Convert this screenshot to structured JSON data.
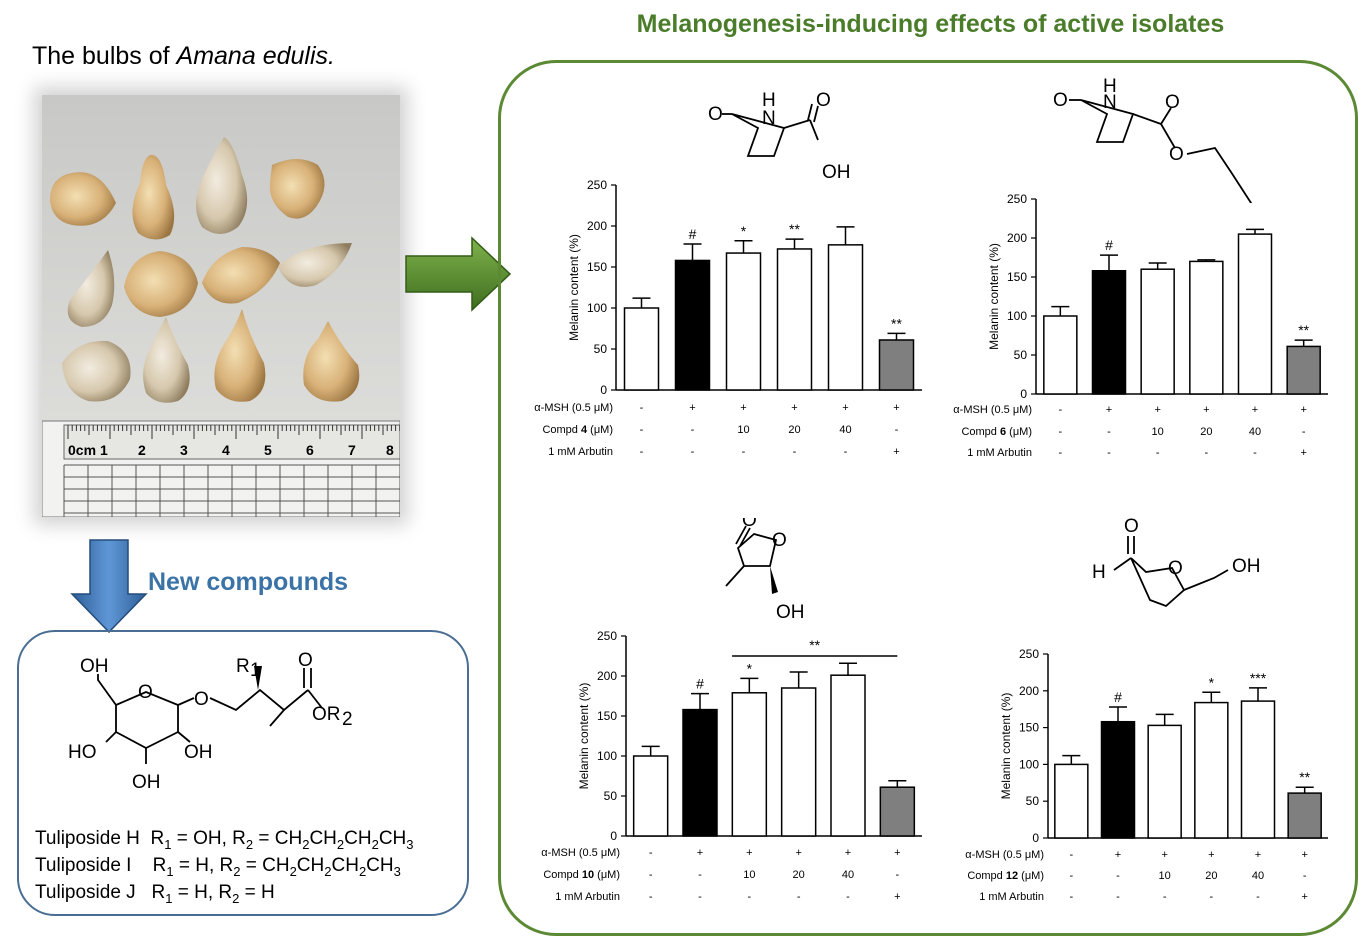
{
  "left": {
    "title_prefix": "The  bulbs of ",
    "title_italic": "Amana edulis.",
    "ruler_numbers": [
      "0cm",
      "1",
      "2",
      "3",
      "4",
      "5",
      "6",
      "7",
      "8"
    ],
    "new_compounds_label": "New compounds",
    "compounds": [
      {
        "name": "Tuliposide H",
        "r1": "OH",
        "r2": "CH2CH2CH2CH3"
      },
      {
        "name": "Tuliposide I",
        "r1": "H",
        "r2": "CH2CH2CH2CH3"
      },
      {
        "name": "Tuliposide J",
        "r1": "H",
        "r2": "H"
      }
    ],
    "structure_labels": {
      "oh_top": "OH",
      "ring_o": "O",
      "link_o": "O",
      "ho_left": "HO",
      "oh_right": "OH",
      "oh_bottom": "OH",
      "r1": "R",
      "carbonyl_o": "O",
      "or2": "OR"
    }
  },
  "right": {
    "title": "Melanogenesis-inducing effects of active isolates",
    "structures": [
      {
        "labels": [
          "O",
          "N",
          "H",
          "O",
          "OH"
        ]
      },
      {
        "labels": [
          "O",
          "N",
          "H",
          "O",
          "O"
        ]
      },
      {
        "labels": [
          "O",
          "O",
          "OH"
        ]
      },
      {
        "labels": [
          "O",
          "H",
          "O",
          "OH"
        ]
      }
    ]
  },
  "colors": {
    "green_title": "#4a7c2a",
    "green_frame": "#5c8a34",
    "blue_label": "#3b73a7",
    "blue_frame": "#4a6e93",
    "bar_gray": "#7f7f7f"
  },
  "chart_data": [
    {
      "type": "bar",
      "ylabel": "Melanin content (%)",
      "ylim": [
        0,
        250
      ],
      "yticks": [
        0,
        50,
        100,
        150,
        200,
        250
      ],
      "values": [
        100,
        158,
        167,
        172,
        177,
        61
      ],
      "errors": [
        12,
        20,
        15,
        12,
        22,
        8
      ],
      "fills": [
        "white",
        "black",
        "white",
        "white",
        "white",
        "gray"
      ],
      "sig": [
        "",
        "#",
        "*",
        "**",
        "",
        "**"
      ],
      "bracket": null,
      "rows": [
        {
          "label": "α-MSH (0.5 μM)",
          "cells": [
            "-",
            "+",
            "+",
            "+",
            "+",
            "+"
          ]
        },
        {
          "label_pre": "Compd ",
          "label_num": "4",
          "label_post": " (μM)",
          "cells": [
            "-",
            "-",
            "10",
            "20",
            "40",
            "-"
          ]
        },
        {
          "label": "1 mM Arbutin",
          "cells": [
            "-",
            "-",
            "-",
            "-",
            "-",
            "+"
          ]
        }
      ]
    },
    {
      "type": "bar",
      "ylabel": "Melanin content (%)",
      "ylim": [
        0,
        250
      ],
      "yticks": [
        0,
        50,
        100,
        150,
        200,
        250
      ],
      "values": [
        100,
        158,
        160,
        170,
        205,
        61
      ],
      "errors": [
        12,
        20,
        8,
        2,
        6,
        8
      ],
      "fills": [
        "white",
        "black",
        "white",
        "white",
        "white",
        "gray"
      ],
      "sig": [
        "",
        "#",
        "",
        "",
        "",
        "**"
      ],
      "bracket": null,
      "rows": [
        {
          "label": "α-MSH (0.5 μM)",
          "cells": [
            "-",
            "+",
            "+",
            "+",
            "+",
            "+"
          ]
        },
        {
          "label_pre": "Compd ",
          "label_num": "6",
          "label_post": " (μM)",
          "cells": [
            "-",
            "-",
            "10",
            "20",
            "40",
            "-"
          ]
        },
        {
          "label": "1 mM Arbutin",
          "cells": [
            "-",
            "-",
            "-",
            "-",
            "-",
            "+"
          ]
        }
      ]
    },
    {
      "type": "bar",
      "ylabel": "Melanin content (%)",
      "ylim": [
        0,
        250
      ],
      "yticks": [
        0,
        50,
        100,
        150,
        200,
        250
      ],
      "values": [
        100,
        158,
        179,
        185,
        201,
        61
      ],
      "errors": [
        12,
        20,
        18,
        20,
        15,
        8
      ],
      "fills": [
        "white",
        "black",
        "white",
        "white",
        "white",
        "gray"
      ],
      "sig": [
        "",
        "#",
        "*",
        "",
        "",
        ""
      ],
      "bracket": {
        "from": 3,
        "to": 5,
        "label": "**"
      },
      "rows": [
        {
          "label": "α-MSH (0.5 μM)",
          "cells": [
            "-",
            "+",
            "+",
            "+",
            "+",
            "+"
          ]
        },
        {
          "label_pre": "Compd ",
          "label_num": "10",
          "label_post": " (μM)",
          "cells": [
            "-",
            "-",
            "10",
            "20",
            "40",
            "-"
          ]
        },
        {
          "label": "1 mM Arbutin",
          "cells": [
            "-",
            "-",
            "-",
            "-",
            "-",
            "+"
          ]
        }
      ]
    },
    {
      "type": "bar",
      "ylabel": "Melanin content (%)",
      "ylim": [
        0,
        250
      ],
      "yticks": [
        0,
        50,
        100,
        150,
        200,
        250
      ],
      "values": [
        100,
        158,
        153,
        184,
        186,
        61
      ],
      "errors": [
        12,
        20,
        15,
        14,
        18,
        8
      ],
      "fills": [
        "white",
        "black",
        "white",
        "white",
        "white",
        "gray"
      ],
      "sig": [
        "",
        "#",
        "",
        "*",
        "***",
        "**"
      ],
      "bracket": null,
      "rows": [
        {
          "label": "α-MSH (0.5 μM)",
          "cells": [
            "-",
            "+",
            "+",
            "+",
            "+",
            "+"
          ]
        },
        {
          "label_pre": "Compd ",
          "label_num": "12",
          "label_post": " (μM)",
          "cells": [
            "-",
            "-",
            "10",
            "20",
            "40",
            "-"
          ]
        },
        {
          "label": "1 mM Arbutin",
          "cells": [
            "-",
            "-",
            "-",
            "-",
            "-",
            "+"
          ]
        }
      ]
    }
  ]
}
